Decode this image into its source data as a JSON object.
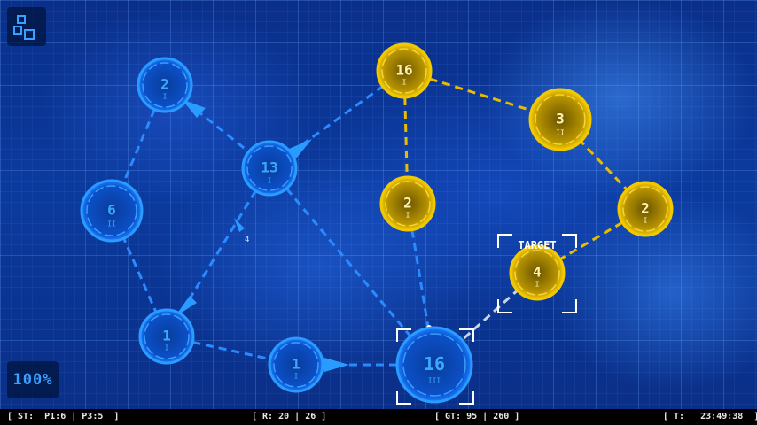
{
  "status_bar": {
    "st": "[ ST:  P1:6 | P3:5  ]",
    "r": "[ R: 20 | 26 ]",
    "gt": "[ GT: 95 | 260 ]",
    "t": "[ T:   23:49:38  ]"
  },
  "zoom": "100%",
  "target_label": "TARGET",
  "stray_text": "4",
  "colors": {
    "player_blue": "#1f8fff",
    "enemy_yellow": "#f2c800",
    "background": "#0b3a9e"
  },
  "icons": {
    "menu": "menu-icon"
  },
  "nodes": [
    {
      "id": "n_b2",
      "owner": "player",
      "units": "2",
      "tier": "I"
    },
    {
      "id": "n_b6",
      "owner": "player",
      "units": "6",
      "tier": "II"
    },
    {
      "id": "n_b13",
      "owner": "player",
      "units": "13",
      "tier": "I"
    },
    {
      "id": "n_b1a",
      "owner": "player",
      "units": "1",
      "tier": "I"
    },
    {
      "id": "n_b1b",
      "owner": "player",
      "units": "1",
      "tier": "I"
    },
    {
      "id": "n_b16",
      "owner": "player",
      "units": "16",
      "tier": "III"
    },
    {
      "id": "n_y16",
      "owner": "enemy",
      "units": "16",
      "tier": "I"
    },
    {
      "id": "n_y2a",
      "owner": "enemy",
      "units": "2",
      "tier": "I"
    },
    {
      "id": "n_y3",
      "owner": "enemy",
      "units": "3",
      "tier": "II"
    },
    {
      "id": "n_y2b",
      "owner": "enemy",
      "units": "2",
      "tier": "I"
    },
    {
      "id": "n_y4",
      "owner": "enemy",
      "units": "4",
      "tier": "I"
    }
  ]
}
